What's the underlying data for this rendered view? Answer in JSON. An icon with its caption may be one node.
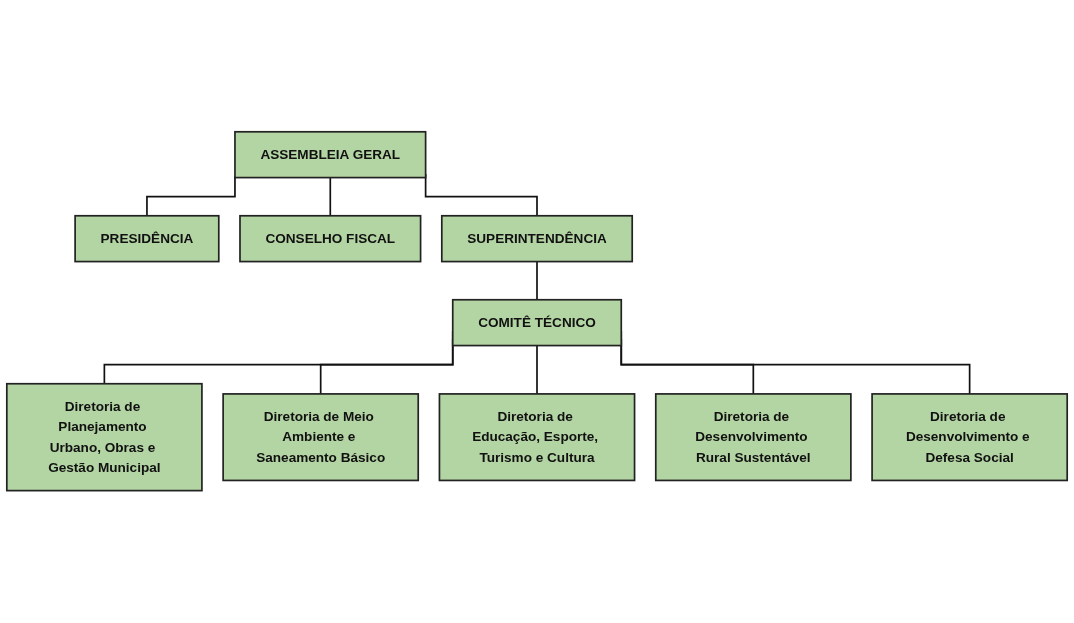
{
  "diagram": {
    "nodes": [
      {
        "text": [
          "ASSEMBLEIA GERAL"
        ]
      },
      {
        "text": [
          "PRESIDÊNCIA"
        ]
      },
      {
        "text": [
          "CONSELHO FISCAL"
        ]
      },
      {
        "text": [
          "SUPERINTENDÊNCIA"
        ]
      },
      {
        "text": [
          "COMITÊ TÉCNICO"
        ]
      },
      {
        "text": [
          "Diretoria de Planejamento Urbano, Obras e Gestão Municipal"
        ]
      },
      {
        "text": [
          "Diretoria de Meio Ambiente e Saneamento Básico"
        ]
      },
      {
        "text": [
          "Diretoria de Educação, Esporte, Turismo e Cultura"
        ]
      },
      {
        "text": [
          "Diretoria de Desenvolvimento Rural Sustentável"
        ]
      },
      {
        "text": [
          "Diretoria de Desenvolvimento e Defesa Social"
        ]
      }
    ],
    "edges": [
      {
        "from": 0,
        "to": 1,
        "arrow": "none"
      },
      {
        "from": 0,
        "to": 2,
        "arrow": "none"
      },
      {
        "from": 0,
        "to": 3,
        "arrow": "none"
      },
      {
        "from": 3,
        "to": 4,
        "arrow": "none"
      },
      {
        "from": 4,
        "to": 5,
        "arrow": "none"
      },
      {
        "from": 4,
        "to": 6,
        "arrow": "none"
      },
      {
        "from": 4,
        "to": 7,
        "arrow": "none"
      },
      {
        "from": 4,
        "to": 8,
        "arrow": "none"
      },
      {
        "from": 4,
        "to": 9,
        "arrow": "none"
      }
    ]
  }
}
